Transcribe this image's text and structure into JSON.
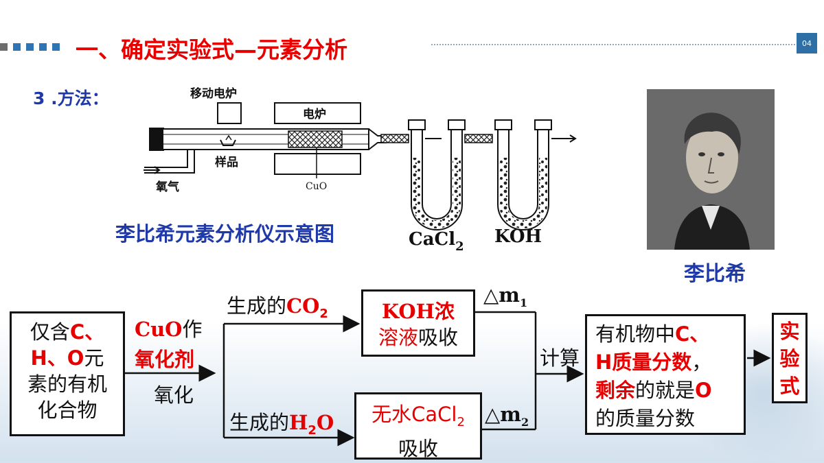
{
  "header": {
    "title": "一、确定实验式—元素分析",
    "page_number": "04"
  },
  "method_label": "3 .方法：",
  "apparatus": {
    "mobile_furnace_label": "移动电炉",
    "furnace_label": "电炉",
    "sample_label": "样品",
    "oxygen_label": "氧气",
    "cuo_label": "CuO",
    "cacl2_label": "CaCl",
    "cacl2_sub": "2",
    "koh_label": "KOH",
    "caption": "李比希元素分析仪示意图"
  },
  "portrait": {
    "name": "李比希"
  },
  "flow": {
    "start": {
      "l1_a": "仅含",
      "l1_b": "C、",
      "l2_a": "H、O",
      "l2_b": "元",
      "l3": "素的有机",
      "l4": "化合物"
    },
    "oxidant": {
      "a": "CuO",
      "b": "作",
      "c": "氧化剂",
      "d": "氧化"
    },
    "co2_branch": {
      "prefix": "生成的",
      "formula": "CO",
      "sub": "2"
    },
    "h2o_branch": {
      "prefix": "生成的",
      "formula_a": "H",
      "sub": "2",
      "formula_b": "O"
    },
    "koh_box": {
      "a": "KOH浓",
      "b": "溶液",
      "c": "吸收"
    },
    "cacl2_box": {
      "a": "无水CaCl",
      "sub": "2",
      "c": "吸收"
    },
    "dm1": {
      "sym": "△m",
      "sub": "1"
    },
    "dm2": {
      "sym": "△m",
      "sub": "2"
    },
    "calc_label": "计算",
    "result_box": {
      "l1_a": "有机物中",
      "l1_b": "C、",
      "l2_a": "H质量分数",
      "l2_b": "，",
      "l3_a": "剩余",
      "l3_b": "的就是",
      "l3_c": "O",
      "l4": "的质量分数"
    },
    "final_box": {
      "a": "实",
      "b": "验",
      "c": "式"
    }
  }
}
